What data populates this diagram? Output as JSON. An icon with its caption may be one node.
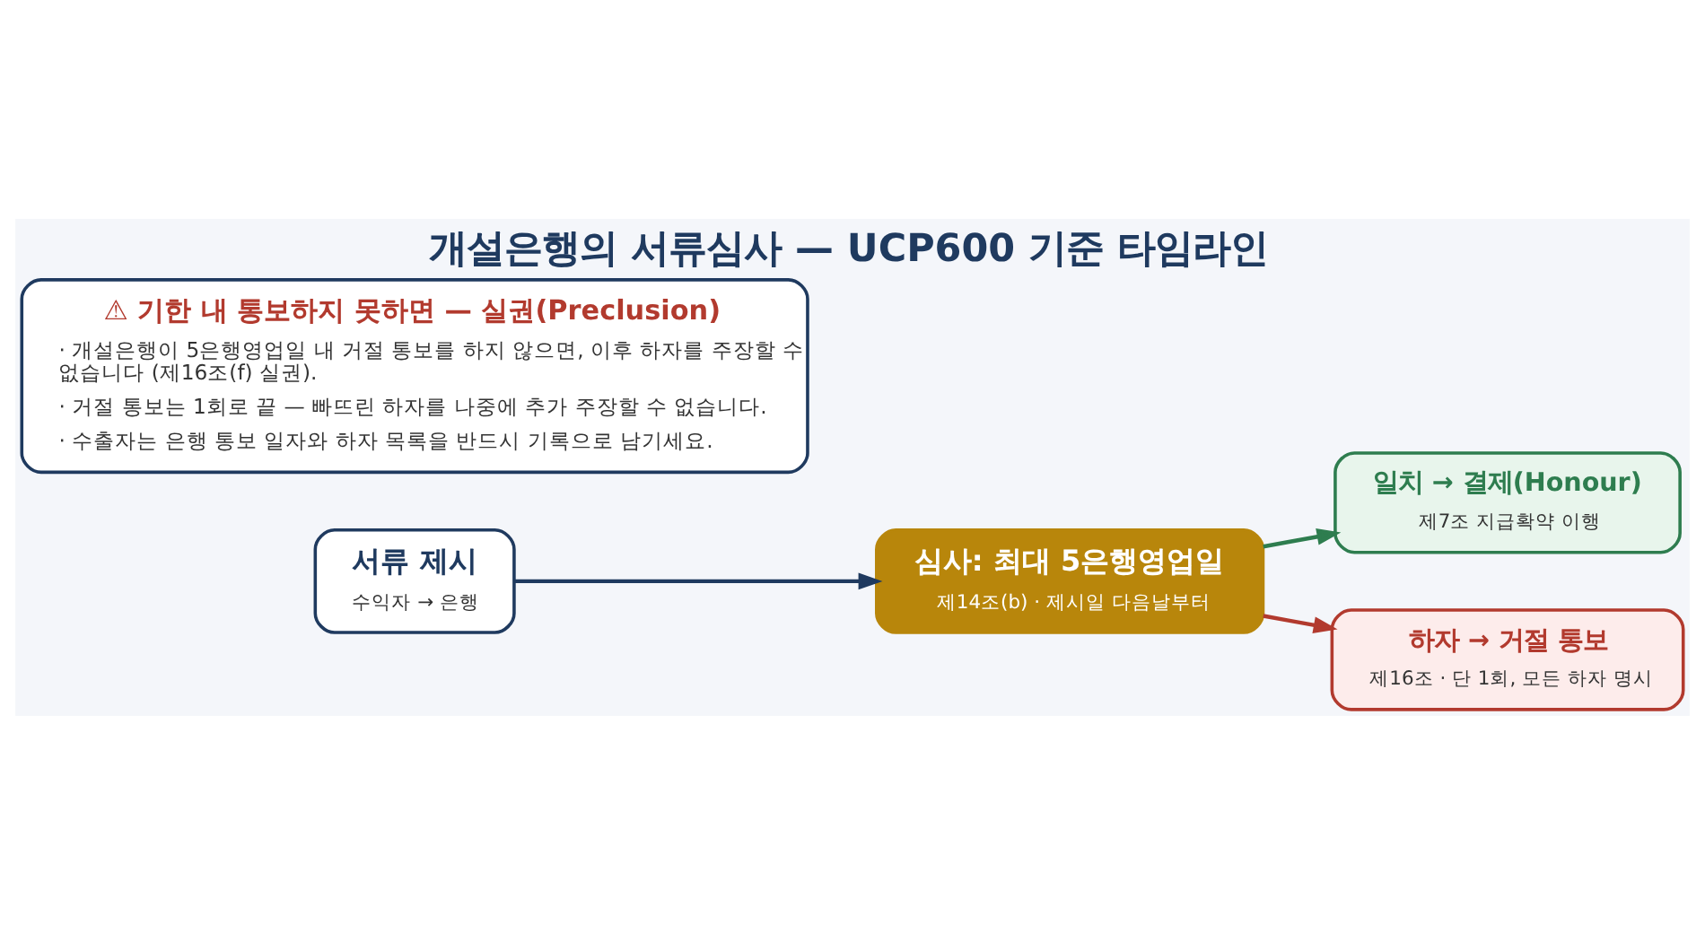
{
  "diagram": {
    "title": "개설은행의 서류심사 — UCP600 기준 타임라인",
    "nodes": [
      {
        "text": [
          "서류 제시",
          "수익자 → 은행"
        ]
      },
      {
        "text": [
          "심사: 최대 5은행영업일",
          "제14조(b) · 제시일 다음날부터"
        ]
      },
      {
        "text": [
          "일치 → 결제(Honour)",
          "제7조 지급확약 이행"
        ]
      },
      {
        "text": [
          "하자 → 거절 통보",
          "제16조 · 단 1회, 모든 하자 명시"
        ]
      },
      {
        "text": [
          "⚠ 기한 내 통보하지 못하면 — 실권(Preclusion)",
          "· 개설은행이 5은행영업일 내 거절 통보를 하지 않으면, 이후 하자를 주장할 수 없습니다 (제16조(f) 실권).",
          "· 거절 통보는 1회로 끝 — 빠뜨린 하자를 나중에 추가 주장할 수 없습니다.",
          "· 수출자는 은행 통보 일자와 하자 목록을 반드시 기록으로 남기세요."
        ]
      }
    ],
    "edges": [
      {
        "from": 0,
        "to": 1,
        "arrow": "to",
        "color": "#1f3a5f"
      },
      {
        "from": 1,
        "to": 2,
        "arrow": "to",
        "color": "#2e7d4f"
      },
      {
        "from": 1,
        "to": 3,
        "arrow": "to",
        "color": "#b23a2e"
      }
    ]
  }
}
